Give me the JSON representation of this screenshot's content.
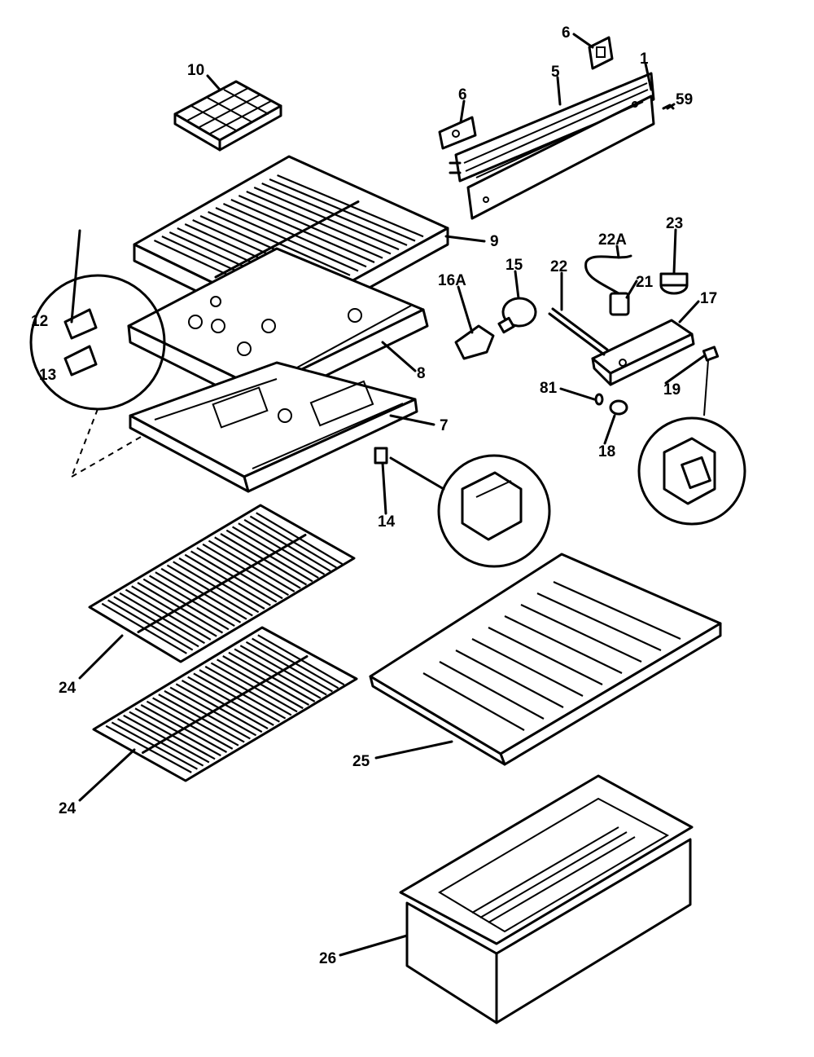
{
  "header": {
    "top_fragments": [
      "",
      "",
      ""
    ]
  },
  "callouts": [
    {
      "id": "c1",
      "text": "1"
    },
    {
      "id": "c5",
      "text": "5"
    },
    {
      "id": "c6a",
      "text": "6"
    },
    {
      "id": "c6b",
      "text": "6"
    },
    {
      "id": "c59",
      "text": "59"
    },
    {
      "id": "c10",
      "text": "10"
    },
    {
      "id": "c9",
      "text": "9"
    },
    {
      "id": "c22A",
      "text": "22A"
    },
    {
      "id": "c23",
      "text": "23"
    },
    {
      "id": "c16A",
      "text": "16A"
    },
    {
      "id": "c15",
      "text": "15"
    },
    {
      "id": "c22",
      "text": "22"
    },
    {
      "id": "c21",
      "text": "21"
    },
    {
      "id": "c17",
      "text": "17"
    },
    {
      "id": "c12",
      "text": "12"
    },
    {
      "id": "c13",
      "text": "13"
    },
    {
      "id": "c8",
      "text": "8"
    },
    {
      "id": "c81",
      "text": "81"
    },
    {
      "id": "c19",
      "text": "19"
    },
    {
      "id": "c7",
      "text": "7"
    },
    {
      "id": "c18",
      "text": "18"
    },
    {
      "id": "c14",
      "text": "14"
    },
    {
      "id": "c24a",
      "text": "24"
    },
    {
      "id": "c24b",
      "text": "24"
    },
    {
      "id": "c25",
      "text": "25"
    },
    {
      "id": "c26",
      "text": "26"
    }
  ]
}
